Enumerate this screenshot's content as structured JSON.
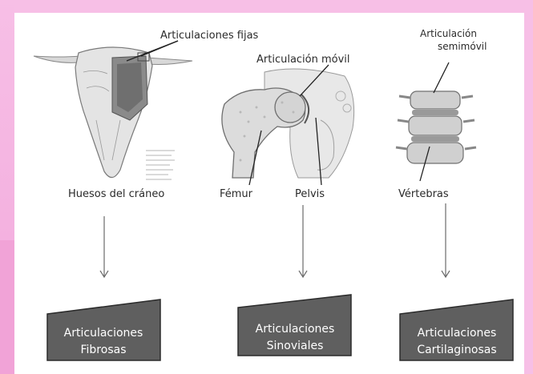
{
  "labels": {
    "fixed_joints": "Articulaciones fijas",
    "mobile_joint": "Articulación móvil",
    "semimobile_joint_line1": "Articulación",
    "semimobile_joint_line2": "semimóvil",
    "skull_bones": "Huesos del cráneo",
    "femur": "Fémur",
    "pelvis": "Pelvis",
    "vertebrae": "Vértebras"
  },
  "boxes": {
    "fibrous": {
      "line1": "Articulaciones",
      "line2": "Fibrosas"
    },
    "synovial": {
      "line1": "Articulaciones",
      "line2": "Sinoviales"
    },
    "cartilaginous": {
      "line1": "Articulaciones",
      "line2": "Cartilaginosas"
    }
  },
  "colors": {
    "frame_pink": "#f7bfe6",
    "box_fill": "#5f5f5f",
    "box_border": "#2b2b2b"
  }
}
